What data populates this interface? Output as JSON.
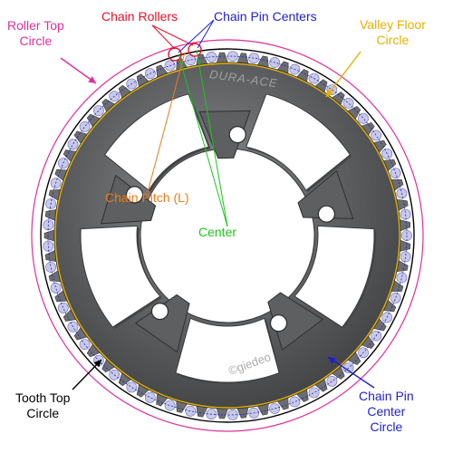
{
  "labels": {
    "chain_rollers": "Chain Rollers",
    "chain_pin_centers": "Chain Pin Centers",
    "roller_top_circle": [
      "Roller Top",
      "Circle"
    ],
    "valley_floor_circle": [
      "Valley Floor",
      "Circle"
    ],
    "chain_pitch": "Chain Pitch (L)",
    "center": "Center",
    "tooth_top_circle": [
      "Tooth Top",
      "Circle"
    ],
    "chain_pin_center_circle": [
      "Chain Pin",
      "Center",
      "Circle"
    ],
    "logo_text": "DURA-ACE",
    "watermark": "©giedeo"
  },
  "colors": {
    "chain_rollers": "#e8102a",
    "chain_pin_centers": "#1f1fcf",
    "roller_top_circle": "#e0309a",
    "valley_floor_circle": "#e8b000",
    "chain_pitch": "#f07a18",
    "center": "#1ec41e",
    "tooth_top_circle": "#000000",
    "chain_pin_center_circle": "#1f1fcf",
    "ring_metal": "#5a5c5e",
    "roller_fill": "#c9c9e8"
  }
}
